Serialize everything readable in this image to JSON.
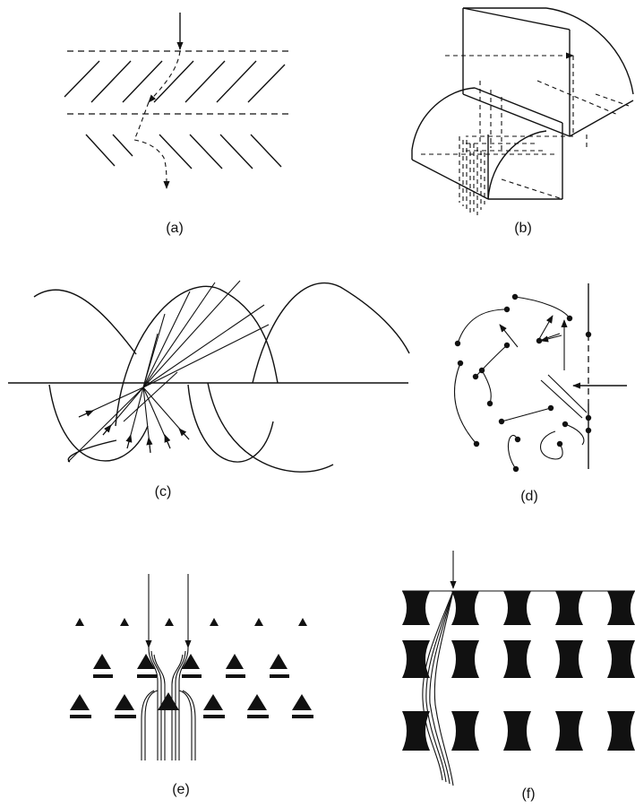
{
  "panels": [
    {
      "id": "a",
      "caption": "(a)"
    },
    {
      "id": "b",
      "caption": "(b)"
    },
    {
      "id": "c",
      "caption": "(c)"
    },
    {
      "id": "d",
      "caption": "(d)"
    },
    {
      "id": "e",
      "caption": "(e)"
    },
    {
      "id": "f",
      "caption": "(f)"
    }
  ],
  "colors": {
    "ink": "#111111",
    "background": "#ffffff"
  }
}
